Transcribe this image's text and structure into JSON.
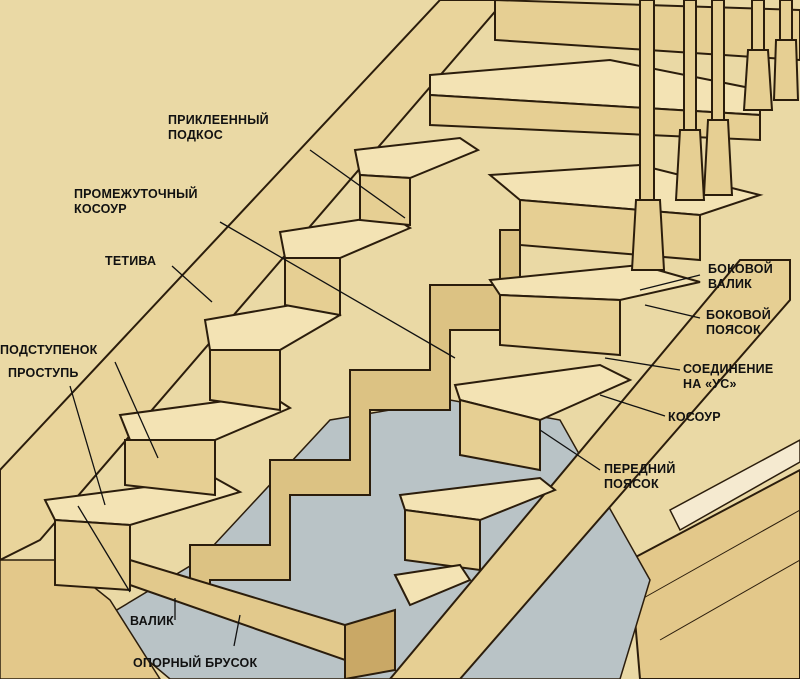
{
  "labels": {
    "glued_brace": [
      "ПРИКЛЕЕННЫЙ",
      "ПОДКОС"
    ],
    "middle_stringer": [
      "ПРОМЕЖУТОЧНЫЙ",
      "КОСОУР"
    ],
    "string_board": "ТЕТИВА",
    "riser": "ПОДСТУПЕНОК",
    "tread": "ПРОСТУПЬ",
    "side_nosing": [
      "БОКОВОЙ",
      "ВАЛИК"
    ],
    "side_molding": [
      "БОКОВОЙ",
      "ПОЯСОК"
    ],
    "miter_joint": [
      "СОЕДИНЕНИЕ",
      "НА «УС»"
    ],
    "stringer": "КОСОУР",
    "front_molding": [
      "ПЕРЕДНИЙ",
      "ПОЯСОК"
    ],
    "nosing": "ВАЛИК",
    "support_beam": "ОПОРНЫЙ БРУСОК"
  },
  "colors": {
    "wood": "#e9d49b",
    "wood_light": "#f3e3b4",
    "wood_dark": "#c9a866",
    "floor": "#b9c3c6",
    "outline": "#2b1d0c",
    "background": "#e9d9a6"
  }
}
